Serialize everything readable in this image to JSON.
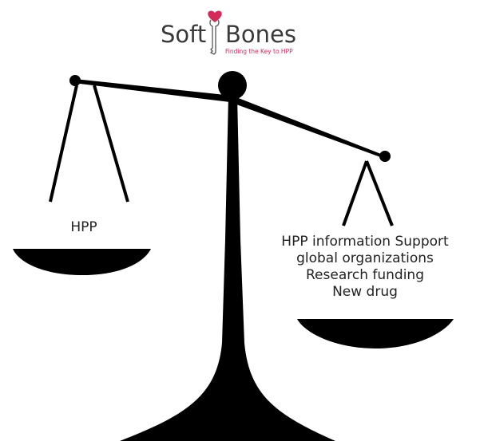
{
  "logo": {
    "word_left": "Soft",
    "word_right": "Bones",
    "tagline": "Finding the Key to HPP",
    "icon": "key-with-heart-icon",
    "tagline_color": "#d42a5a",
    "heart_color": "#d42a5a"
  },
  "left_pan": {
    "items": [
      "HPP"
    ]
  },
  "right_pan": {
    "items": [
      "HPP information Support",
      "global organizations",
      "Research funding",
      "New drug"
    ]
  },
  "colors": {
    "scale": "#000000",
    "text": "#222222"
  }
}
